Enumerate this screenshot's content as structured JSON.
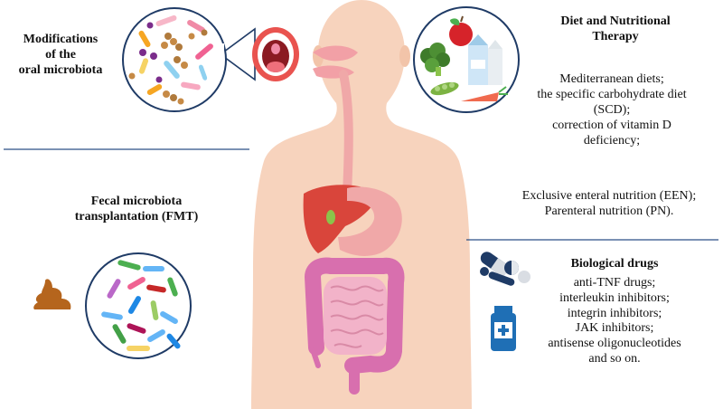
{
  "oral_microbiota": {
    "title_lines": [
      "Modifications",
      "of the",
      "oral microbiota"
    ]
  },
  "diet": {
    "title_lines": [
      "Diet and Nutritional",
      "Therapy"
    ],
    "items": [
      "Mediterranean diets;",
      "the specific carbohydrate diet",
      "(SCD);",
      "correction of vitamin D",
      "deficiency;"
    ],
    "items2": [
      "Exclusive enteral nutrition (EEN);",
      "Parenteral nutrition (PN)."
    ]
  },
  "fmt": {
    "title_lines": [
      "Fecal microbiota",
      "transplantation (FMT)"
    ]
  },
  "biologics": {
    "title": "Biological drugs",
    "items": [
      "anti-TNF drugs;",
      "interleukin inhibitors;",
      "integrin inhibitors;",
      "JAK inhibitors;",
      "antisense oligonucleotides",
      "and so on."
    ]
  },
  "colors": {
    "skin": "#f7d3bd",
    "divider": "#2a4f86",
    "circle_border": "#1f3b66",
    "stomach": "#f0a8a8",
    "liver": "#d9453b",
    "colon": "#d86fae",
    "small_intestine": "#f2b3c9",
    "poop": "#b5651d"
  }
}
